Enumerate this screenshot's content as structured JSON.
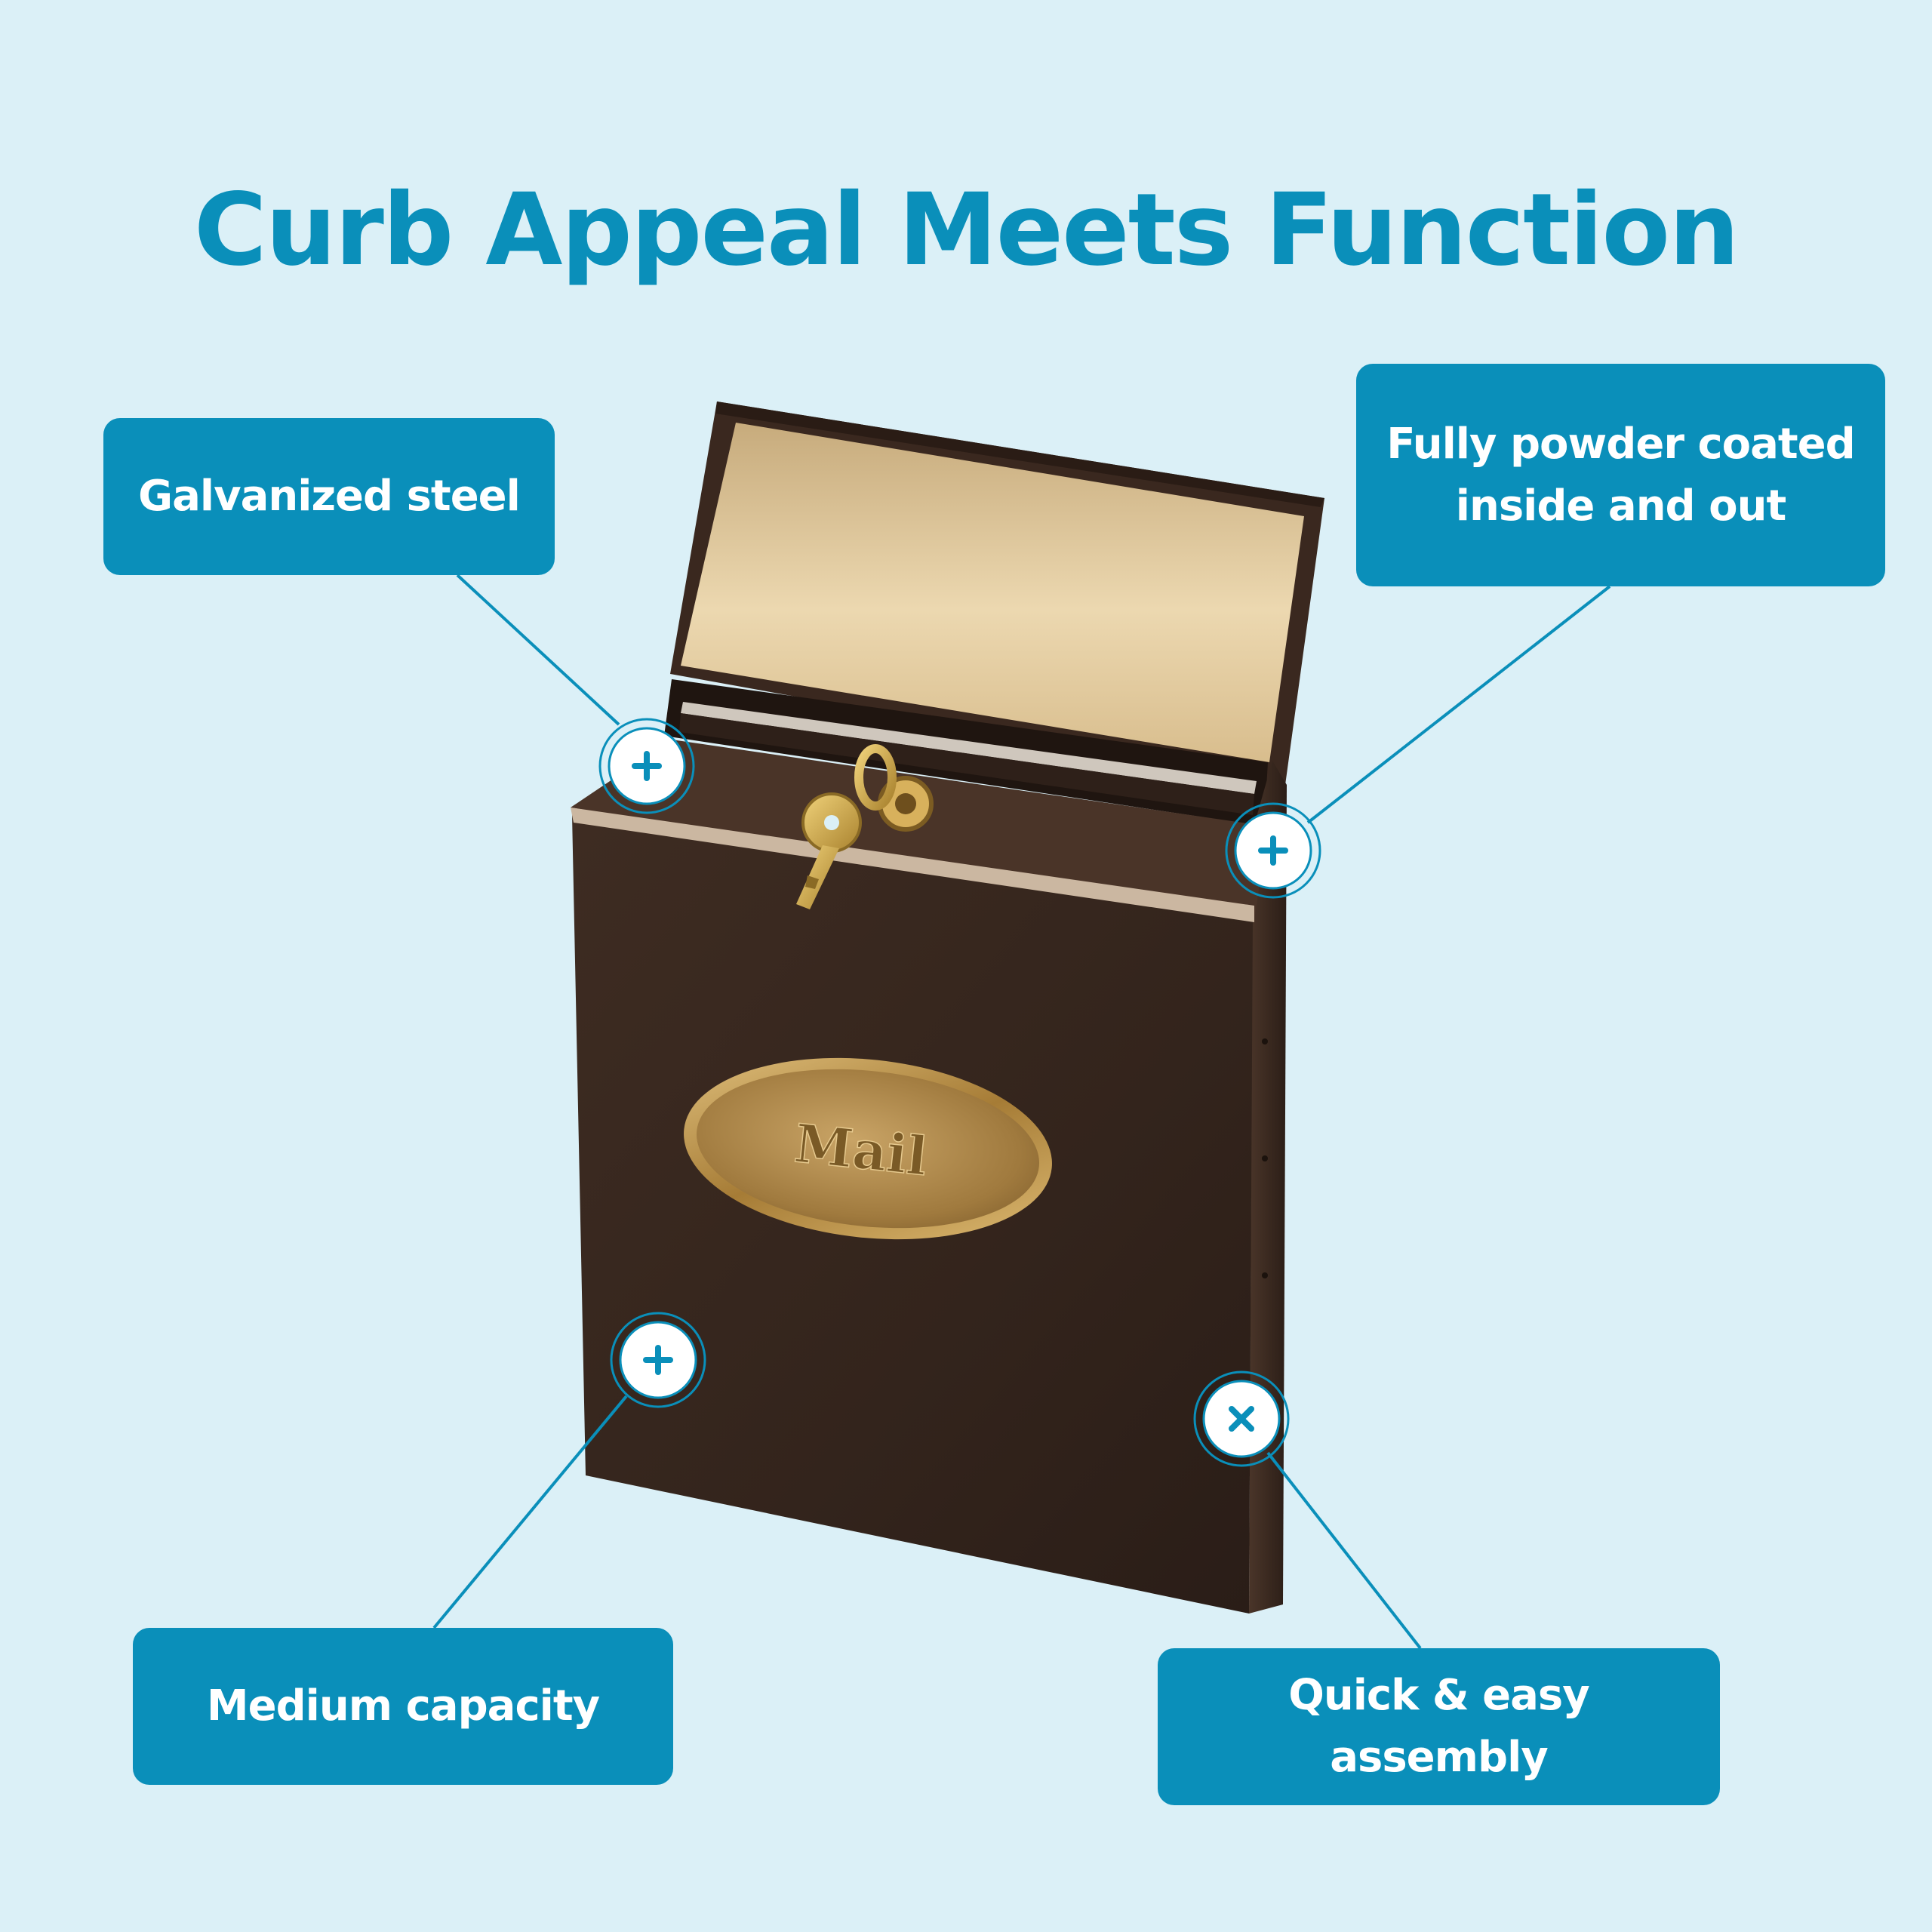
{
  "page": {
    "background_color": "#dbf0f7",
    "accent_color": "#0a8fba"
  },
  "headline": {
    "text": "Curb Appeal Meets Function"
  },
  "callouts": {
    "galvanized": {
      "label": "Galvanized steel",
      "icon": "plus-icon"
    },
    "powder_coated": {
      "label": "Fully powder coated\ninside and out",
      "icon": "plus-icon"
    },
    "capacity": {
      "label": "Medium capacity",
      "icon": "plus-icon"
    },
    "assembly": {
      "label": "Quick & easy assembly",
      "icon": "plus-icon"
    }
  },
  "product": {
    "plate_text": "Mail",
    "body_color": "#3b2a21",
    "lid_inner_color": "#d9c092",
    "brass_color": "#b08a4a"
  }
}
